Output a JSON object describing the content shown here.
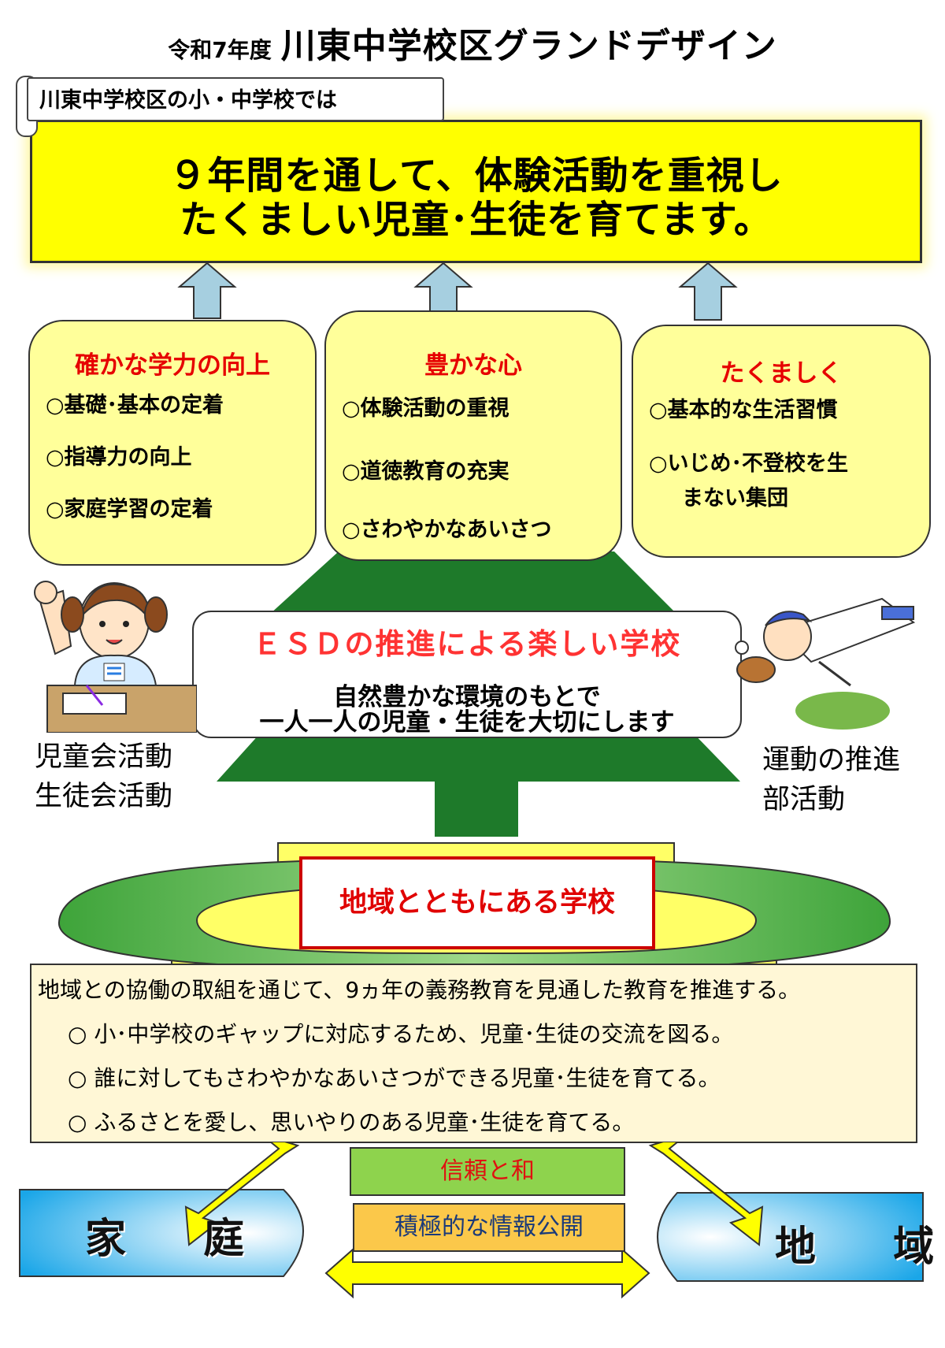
{
  "header": {
    "year_label": "令和7年度",
    "title": "川東中学校区グランドデザイン"
  },
  "mission": {
    "intro": "川東中学校区の小・中学校では",
    "line1": "９年間を通して、体験活動を重視し",
    "line2": "たくましい児童･生徒を育てます。"
  },
  "pillars": [
    {
      "title": "確かな学力の向上",
      "items": [
        "○基礎･基本の定着",
        "○指導力の向上",
        "○家庭学習の定着"
      ]
    },
    {
      "title": "豊かな心",
      "items": [
        "○体験活動の重視",
        "○道徳教育の充実",
        "○さわやかなあいさつ"
      ]
    },
    {
      "title": "たくましく",
      "items": [
        "○基本的な生活習慣",
        "○いじめ･不登校を生",
        "まない集団"
      ]
    }
  ],
  "esd": {
    "title": "ＥＳＤの推進による楽しい学校",
    "line1": "自然豊かな環境のもとで",
    "line2": "一人一人の児童・生徒を大切にします"
  },
  "left_activities": [
    "児童会活動",
    "生徒会活動"
  ],
  "right_activities": [
    "運動の推進",
    "部活動"
  ],
  "community_school": "地域とともにある学校",
  "policy": {
    "lead": "地域との協働の取組を通じて、9ヵ年の義務教育を見通した教育を推進する。",
    "items": [
      "○ 小･中学校のギャップに対応するため、児童･生徒の交流を図る。",
      "○ 誰に対してもさわやかなあいさつができる児童･生徒を育てる。",
      "○ ふるさとを愛し、思いやりのある児童･生徒を育てる。"
    ]
  },
  "trust": "信頼と和",
  "info_disclosure": "積極的な情報公開",
  "home": "家 庭",
  "region": "地 域",
  "colors": {
    "mission_bg": "#ffff00",
    "pillar_bg": "#ffff9a",
    "tree_green": "#1e7a2a",
    "accent_red": "#e60000",
    "arrow_blue": "#a6cfe0",
    "arrow_yellow": "#ffff00"
  }
}
